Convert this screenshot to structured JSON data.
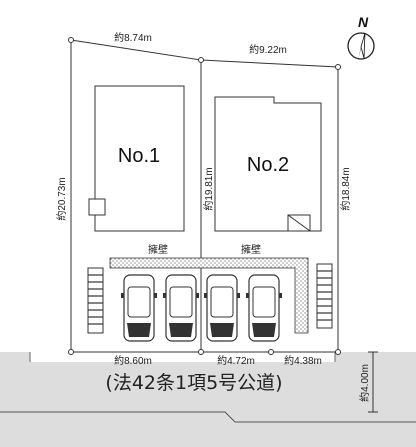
{
  "north_label": "N",
  "lots": [
    {
      "label": "No.1"
    },
    {
      "label": "No.2"
    }
  ],
  "dimensions": {
    "top_left": "約8.74m",
    "top_right": "約9.22m",
    "left_side": "約20.73m",
    "middle_side": "約19.81m",
    "right_side": "約18.84m",
    "bottom_left": "約8.60m",
    "bottom_middle": "約4.72m",
    "bottom_right": "約4.38m",
    "road_width": "約4.00m"
  },
  "retaining_wall_label": "擁壁",
  "road_label": "(法42条1項5号公道)",
  "colors": {
    "road": "#dddddd",
    "line": "#333333"
  }
}
